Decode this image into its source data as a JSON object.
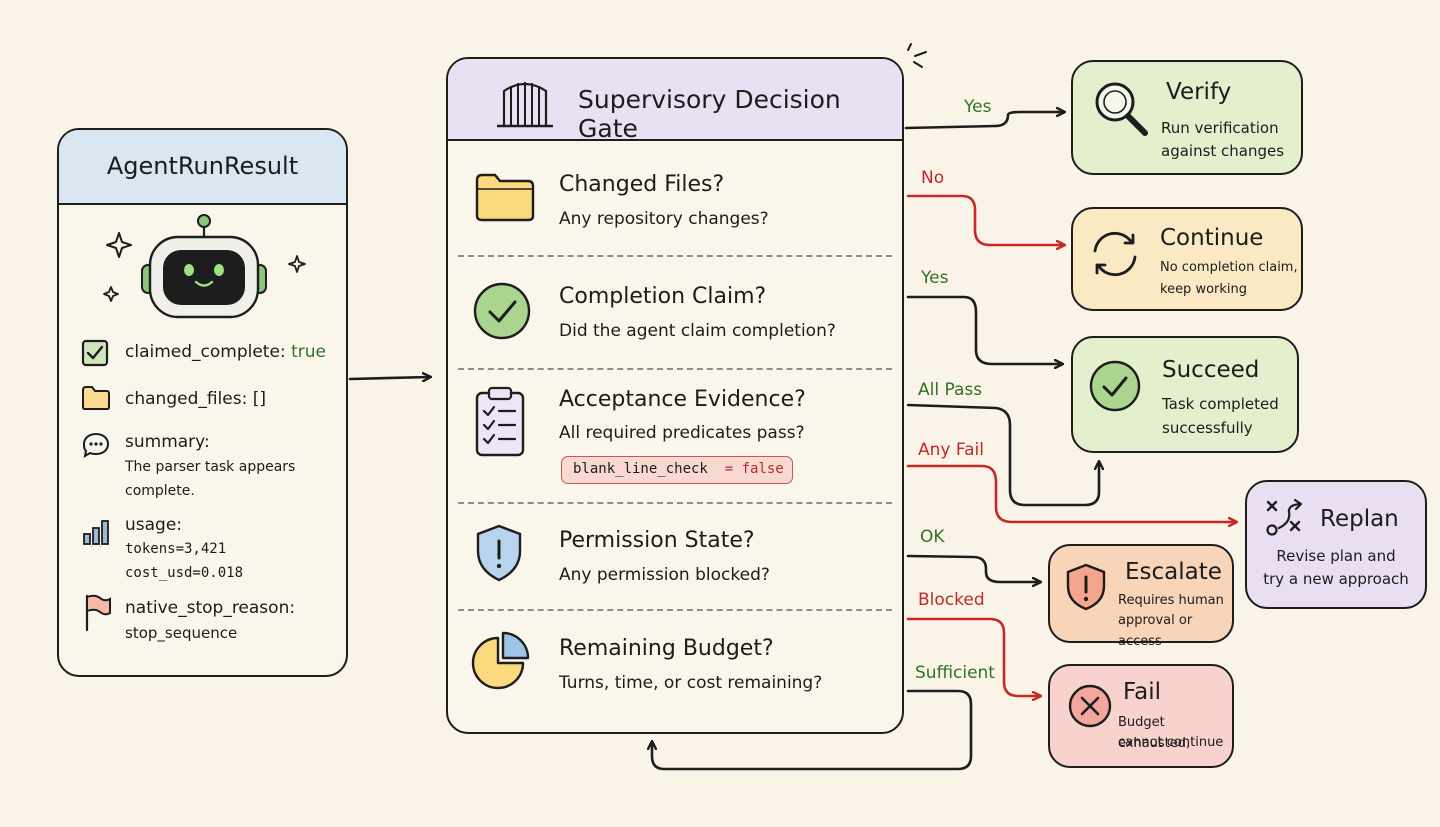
{
  "agent_run_result": {
    "title": "AgentRunResult",
    "fields": {
      "claimed_complete": {
        "key": "claimed_complete:",
        "value": "true"
      },
      "changed_files": {
        "key": "changed_files:",
        "value": "[]"
      },
      "summary": {
        "key": "summary:",
        "line1": "The parser task appears",
        "line2": "complete."
      },
      "usage": {
        "key": "usage:",
        "line1": "tokens=3,421",
        "line2": "cost_usd=0.018"
      },
      "native_stop_reason": {
        "key": "native_stop_reason:",
        "value": "stop_sequence"
      }
    }
  },
  "gate": {
    "title": "Supervisory Decision Gate",
    "checks": [
      {
        "title": "Changed Files?",
        "subtitle": "Any repository changes?"
      },
      {
        "title": "Completion Claim?",
        "subtitle": "Did the agent claim completion?"
      },
      {
        "title": "Acceptance Evidence?",
        "subtitle": "All required predicates pass?",
        "predicate": "blank_line_check",
        "predicate_value": "= false"
      },
      {
        "title": "Permission State?",
        "subtitle": "Any permission blocked?"
      },
      {
        "title": "Remaining Budget?",
        "subtitle": "Turns, time, or cost remaining?"
      }
    ]
  },
  "edge_labels": {
    "changed_yes": "Yes",
    "changed_no": "No",
    "claim_yes": "Yes",
    "evidence_pass": "All Pass",
    "evidence_fail": "Any Fail",
    "permission_ok": "OK",
    "permission_blocked": "Blocked",
    "budget_sufficient": "Sufficient"
  },
  "outcomes": {
    "verify": {
      "title": "Verify",
      "line1": "Run verification",
      "line2": "against changes"
    },
    "continue": {
      "title": "Continue",
      "line1": "No completion claim,",
      "line2": "keep working"
    },
    "succeed": {
      "title": "Succeed",
      "line1": "Task completed",
      "line2": "successfully"
    },
    "replan": {
      "title": "Replan",
      "line1": "Revise plan and",
      "line2": "try a new approach"
    },
    "escalate": {
      "title": "Escalate",
      "line1": "Requires human",
      "line2": "approval or access"
    },
    "fail": {
      "title": "Fail",
      "line1": "Budget exhausted,",
      "line2": "cannot continue"
    }
  },
  "colors": {
    "background": "#faf3e8",
    "agent_header": "#d9e7f3",
    "gate_header": "#e9e1f3",
    "verify": "#e3efcd",
    "continue": "#fbe9c4",
    "succeed": "#e3efcd",
    "replan": "#e9def2",
    "escalate": "#f8d4b9",
    "fail": "#f8d2cc",
    "yes_green": "#2f7324",
    "no_red": "#c0292a"
  },
  "icons": [
    "gate-icon",
    "folder-icon",
    "check-circle-icon",
    "clipboard-icon",
    "shield-icon",
    "pie-chart-icon",
    "robot-icon",
    "magnifier-icon",
    "refresh-icon",
    "strategy-icon",
    "warning-shield-icon",
    "x-circle-icon",
    "chat-icon",
    "bar-chart-icon",
    "flag-icon",
    "checkbox-icon",
    "sparkle-icon"
  ]
}
